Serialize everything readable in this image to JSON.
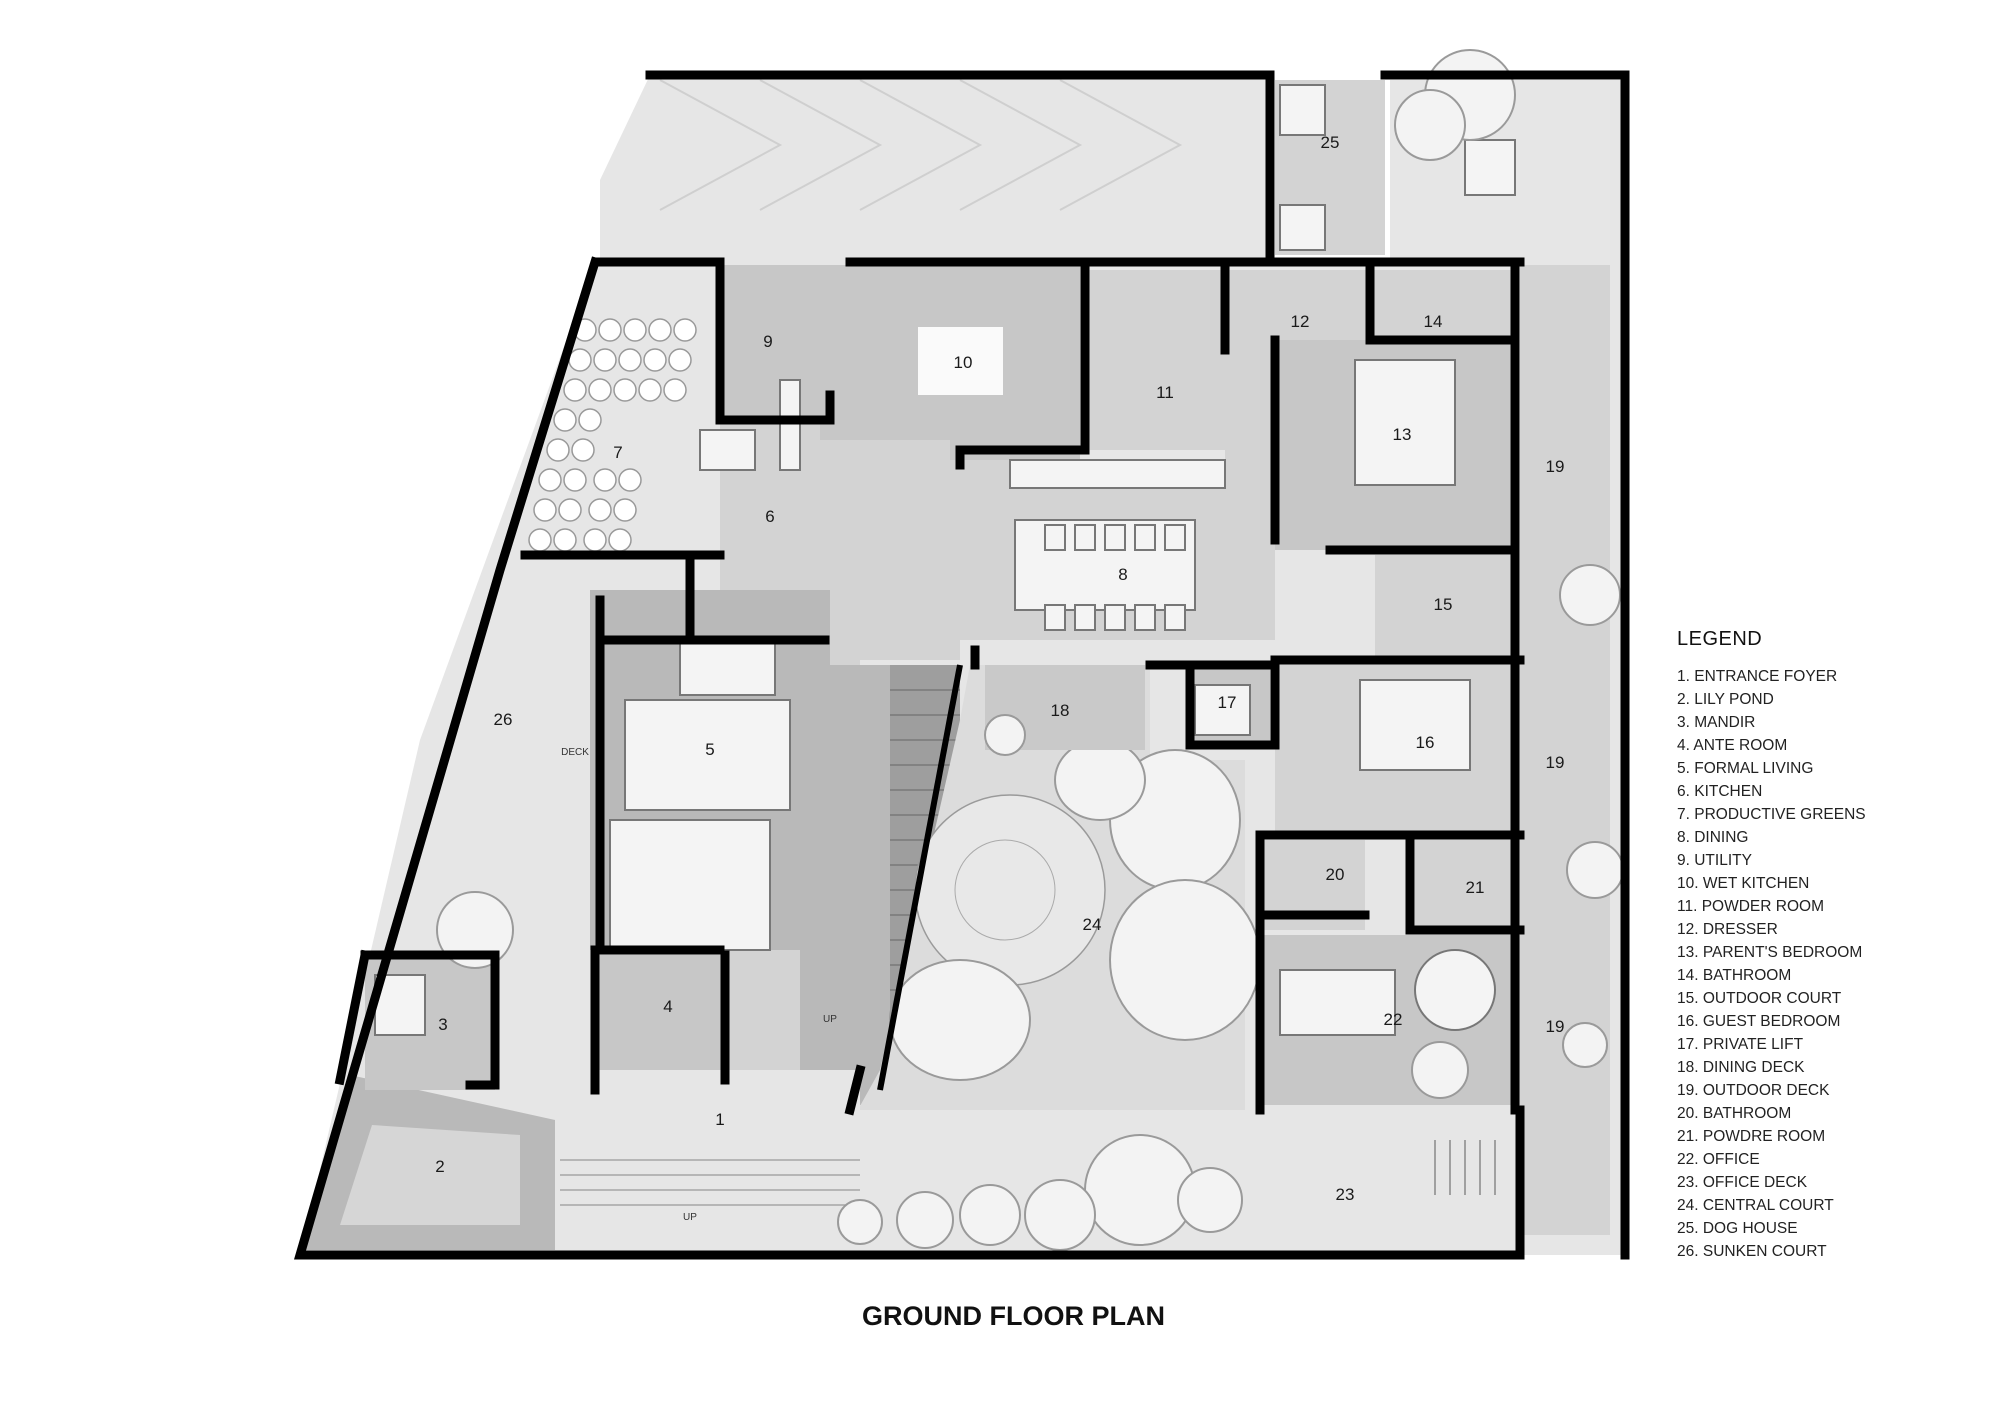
{
  "title": "GROUND FLOOR PLAN",
  "legend": {
    "heading": "LEGEND",
    "items": [
      "1. ENTRANCE FOYER",
      "2. LILY POND",
      "3. MANDIR",
      "4. ANTE ROOM",
      "5. FORMAL LIVING",
      "6. KITCHEN",
      "7. PRODUCTIVE GREENS",
      "8. DINING",
      "9. UTILITY",
      "10. WET KITCHEN",
      "11. POWDER ROOM",
      "12. DRESSER",
      "13. PARENT'S BEDROOM",
      "14. BATHROOM",
      "15. OUTDOOR COURT",
      "16. GUEST BEDROOM",
      "17. PRIVATE LIFT",
      "18. DINING DECK",
      "19. OUTDOOR DECK",
      "20. BATHROOM",
      "21. POWDRE ROOM",
      "22. OFFICE",
      "23. OFFICE DECK",
      "24. CENTRAL COURT",
      "25. DOG HOUSE",
      "26. SUNKEN COURT"
    ]
  },
  "room_numbers": {
    "r1": "1",
    "r2": "2",
    "r3": "3",
    "r4": "4",
    "r5": "5",
    "r6": "6",
    "r7": "7",
    "r8": "8",
    "r9": "9",
    "r10": "10",
    "r11": "11",
    "r12": "12",
    "r13": "13",
    "r14": "14",
    "r15": "15",
    "r16": "16",
    "r17": "17",
    "r18": "18",
    "r19a": "19",
    "r19b": "19",
    "r19c": "19",
    "r20": "20",
    "r21": "21",
    "r22": "22",
    "r23": "23",
    "r24": "24",
    "r25": "25",
    "r26": "26"
  },
  "annotations": {
    "up_stair": "UP",
    "up_entry": "UP",
    "deck": "DECK"
  }
}
